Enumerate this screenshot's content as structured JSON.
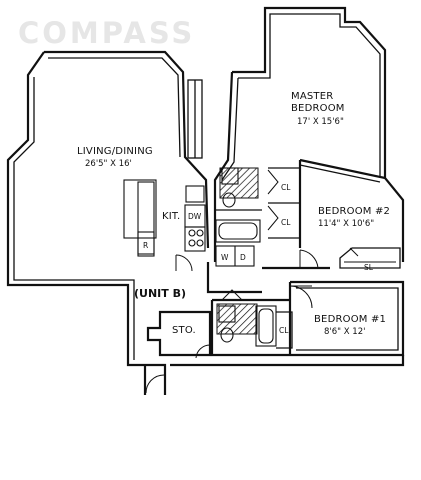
{
  "logo": {
    "text": "COMPASS"
  },
  "unit": {
    "label": "(UNIT B)"
  },
  "rooms": {
    "living": {
      "name": "LIVING/DINING",
      "size": "26'5\" X 16'"
    },
    "master": {
      "name_line1": "MASTER",
      "name_line2": "BEDROOM",
      "size": "17' X 15'6\""
    },
    "bedroom2": {
      "name": "BEDROOM #2",
      "size": "11'4\" X 10'6\""
    },
    "bedroom1": {
      "name": "BEDROOM #1",
      "size": "8'6\" X 12'"
    },
    "kitchen": {
      "name": "KIT."
    },
    "storage": {
      "name": "STO."
    }
  },
  "fixtures": {
    "closet1": "CL",
    "closet2": "CL",
    "closet3": "CL",
    "shelf": "SL",
    "dishwasher": "DW",
    "refrigerator": "R",
    "washer": "W",
    "dryer": "D"
  }
}
